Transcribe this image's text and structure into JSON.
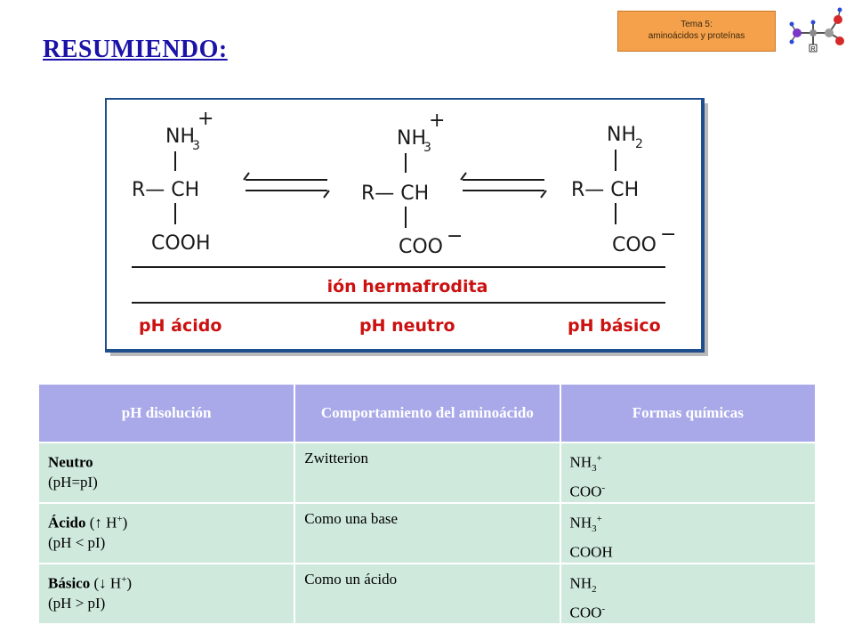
{
  "badge": {
    "line1": "Tema 5:",
    "line2": "aminoácidos y proteínas"
  },
  "title": "RESUMIENDO:",
  "scheme": {
    "left": {
      "top": "NH",
      "top_sub": "3",
      "top_charge": "+",
      "mid": "R— CH",
      "bottom": "COOH"
    },
    "center": {
      "top": "NH",
      "top_sub": "3",
      "top_charge": "+",
      "mid": "R— CH",
      "bottom": "COO",
      "bottom_charge": "−"
    },
    "right": {
      "top": "NH",
      "top_sub": "2",
      "mid": "R— CH",
      "bottom": "COO",
      "bottom_charge": "−"
    },
    "zwitterion_label": "ión hermafrodita",
    "ph_labels": [
      "pH ácido",
      "pH neutro",
      "pH básico"
    ]
  },
  "table": {
    "headers": [
      "pH disolución",
      "Comportamiento del aminoácido",
      "Formas químicas"
    ],
    "rows": [
      {
        "ph_bold": "Neutro",
        "ph_extra": "",
        "ph_sup": "",
        "ph_close": "",
        "ph_line2": "(pH=pI)",
        "behavior": "Zwitterion",
        "form1": "NH",
        "form1_sub": "3",
        "form1_sup": "+",
        "form2": "COO",
        "form2_sup": "-"
      },
      {
        "ph_bold": "Ácido",
        "ph_extra": " (↑ H",
        "ph_sup": "+",
        "ph_close": ")",
        "ph_line2": "(pH < pI)",
        "behavior": "Como una base",
        "form1": "NH",
        "form1_sub": "3",
        "form1_sup": "+",
        "form2": "COOH",
        "form2_sup": ""
      },
      {
        "ph_bold": "Básico",
        "ph_extra": " (↓ H",
        "ph_sup": "+",
        "ph_close": ")",
        "ph_line2": "(pH > pI)",
        "behavior": "Como un ácido",
        "form1": "NH",
        "form1_sub": "2",
        "form1_sup": "",
        "form2": "COO",
        "form2_sup": "-"
      }
    ]
  },
  "colors": {
    "title": "#1b12a8",
    "header_bg": "#a9a9e9",
    "row_bg": "#cfeadd",
    "badge_bg": "#f5a04a",
    "scheme_frame": "#1f4e8c",
    "scheme_red": "#cc1111"
  },
  "icons": [
    "amino-acid-molecule-icon",
    "equilibrium-arrows-icon"
  ]
}
